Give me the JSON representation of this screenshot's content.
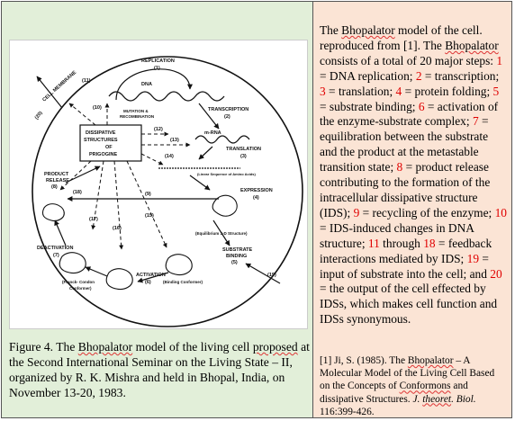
{
  "figure": {
    "labels": {
      "cell_membrane": "CELL MEMBRANE",
      "l20": "(20)",
      "replication": "REPLICATION",
      "n1": "(1)",
      "dna": "DNA",
      "l11": "(11)",
      "l10": "(10)",
      "mutation": "MUTATION &",
      "recombination": "RECOMBINATION",
      "l12": "(12)",
      "transcription": "TRANSCRIPTION",
      "n2": "(2)",
      "dissipative_1": "DISSIPATIVE",
      "dissipative_2": "STRUCTURES",
      "dissipative_3": "OF",
      "dissipative_4": "PRIGOGINE",
      "l13": "(13)",
      "mrna": "m-RNA",
      "translation": "TRANSLATION",
      "n3": "(3)",
      "linear_seq": "(Linear Sequence of Amino Acids)",
      "l14": "(14)",
      "product_release": "PRODUCT",
      "product_release_2": "RELEASE",
      "n8": "(8)",
      "l9": "(9)",
      "expression": "EXPRESSION",
      "n4": "(4)",
      "l18": "(18)",
      "l15": "(15)",
      "l17": "(17)",
      "l16": "(16)",
      "equilibrium": "(Equilibrium 3-D Structure)",
      "deactivation": "DEACTIVATION",
      "n7": "(7)",
      "substrate_binding": "SUBSTRATE",
      "substrate_binding_2": "BINDING",
      "n5": "(5)",
      "l19": "(19)",
      "franck": "(Franck- Condon",
      "franck_2": "Conformer)",
      "activation": "ACTIVATION",
      "n6": "(6)",
      "binding_conformer": "(Binding Conformer)"
    }
  },
  "caption": {
    "prefix": "Figure 4. The ",
    "bhopalator": "Bhopalator",
    "mid1": " model of the living cell ",
    "proposed": "proposed",
    "rest": "  at the Second International Seminar on the Living State – II, organized by R. K. Mishra and held in Bhopal, India, on November 13-20, 1983."
  },
  "description": {
    "parts": [
      {
        "t": "The "
      },
      {
        "t": "Bhopalator",
        "wavy": true
      },
      {
        "t": " model of the cell. reproduced from [1].  The "
      },
      {
        "t": "Bhopalator",
        "wavy": true
      },
      {
        "t": " consists of a total of 20 major steps: "
      },
      {
        "t": "1",
        "num": true
      },
      {
        "t": " =  DNA replication; "
      },
      {
        "t": "2",
        "num": true
      },
      {
        "t": " = transcription; "
      },
      {
        "t": "3",
        "num": true
      },
      {
        "t": " =  translation; "
      },
      {
        "t": "4",
        "num": true
      },
      {
        "t": " = protein folding; "
      },
      {
        "t": "5",
        "num": true
      },
      {
        "t": " = substrate binding; "
      },
      {
        "t": "6",
        "num": true
      },
      {
        "t": " = activation of the enzyme-substrate complex; "
      },
      {
        "t": "7",
        "num": true
      },
      {
        "t": " = equilibration between the substrate and the product at the metastable transition state; "
      },
      {
        "t": "8",
        "num": true
      },
      {
        "t": " = product release contributing to the formation of the intracellular dissipative structure (IDS); "
      },
      {
        "t": "9",
        "num": true
      },
      {
        "t": " = recycling of the enzyme; "
      },
      {
        "t": "10",
        "num": true
      },
      {
        "t": " = IDS-induced changes in DNA structure; "
      },
      {
        "t": "11",
        "num": true
      },
      {
        "t": " through "
      },
      {
        "t": "18",
        "num": true
      },
      {
        "t": " = feedback interactions mediated by IDS; "
      },
      {
        "t": "19",
        "num": true
      },
      {
        "t": " = input of substrate into the cell; and "
      },
      {
        "t": "20",
        "num": true
      },
      {
        "t": " = the output of the cell effected by IDSs, which makes cell function and IDSs synonymous."
      }
    ]
  },
  "reference": {
    "parts": [
      {
        "t": "[1] Ji, S.  (1985). The "
      },
      {
        "t": "Bhopalator",
        "wavy": true
      },
      {
        "t": " – A Molecular Model of the Living Cell Based on the Concepts of "
      },
      {
        "t": "Conformons",
        "wavy": true
      },
      {
        "t": " and dissipative Structures. "
      },
      {
        "t": "J. ",
        "it": true
      },
      {
        "t": "theoret",
        "it": true,
        "wavy": true
      },
      {
        "t": ". Biol.",
        "it": true
      },
      {
        "t": " 116:399-426."
      }
    ]
  },
  "colors": {
    "left_bg": "#e2efd9",
    "right_bg": "#fbe4d5",
    "step_number": "#e00000"
  }
}
